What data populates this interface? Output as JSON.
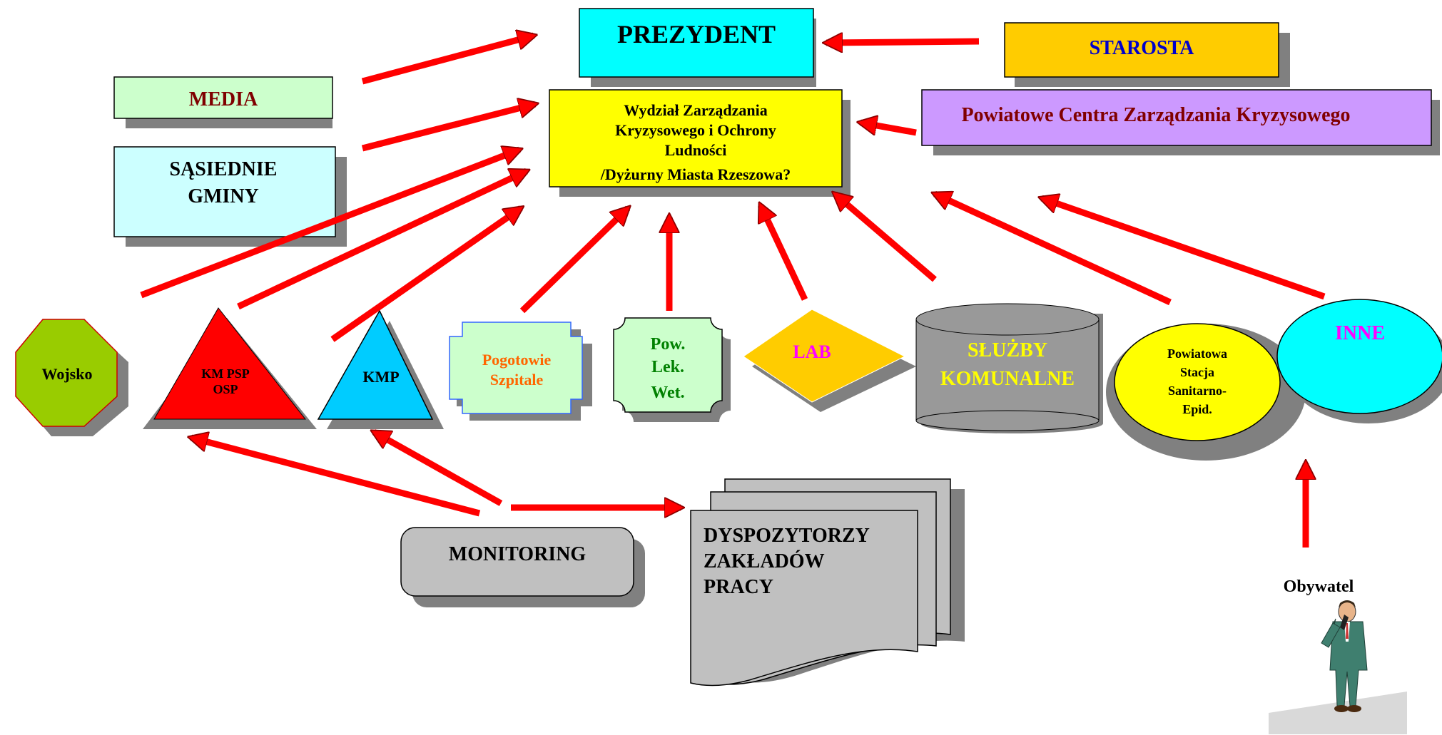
{
  "colors": {
    "arrow": "#ff0000",
    "arrow_outline": "#8b0000",
    "shadow": "#808080"
  },
  "nodes": {
    "prezydent": {
      "label": "PREZYDENT",
      "color": "#00ffff",
      "text_color": "#000000"
    },
    "starosta": {
      "label": "STAROSTA",
      "color": "#ffcc00",
      "text_color": "#0000cc"
    },
    "media": {
      "label": "MEDIA",
      "color": "#ccffcc",
      "text_color": "#7f0000"
    },
    "wydzial": {
      "lines": [
        "Wydział Zarządzania",
        "Kryzysowego i Ochrony",
        "Ludności",
        "/Dyżurny Miasta Rzeszowa?"
      ],
      "color": "#ffff00",
      "text_color": "#000000"
    },
    "pczk": {
      "label": "Powiatowe Centra Zarządzania Kryzysowego",
      "color": "#cc99ff",
      "text_color": "#800000"
    },
    "sasiednie": {
      "lines": [
        "SĄSIEDNIE",
        "GMINY"
      ],
      "color": "#ccffff",
      "text_color": "#000000"
    },
    "wojsko": {
      "label": "Wojsko",
      "color": "#99cc00",
      "text_color": "#000000"
    },
    "kmpsp": {
      "lines": [
        "KM PSP",
        "OSP"
      ],
      "color": "#ff0000",
      "text_color": "#000000"
    },
    "kmp": {
      "label": "KMP",
      "color": "#00ccff",
      "text_color": "#000000"
    },
    "pogotowie": {
      "lines": [
        "Pogotowie",
        "Szpitale"
      ],
      "color": "#ccffcc",
      "text_color": "#ff6600"
    },
    "powlek": {
      "lines": [
        "Pow.",
        "Lek.",
        "Wet."
      ],
      "color": "#ccffcc",
      "text_color": "#008000"
    },
    "lab": {
      "label": "LAB",
      "color": "#ffcc00",
      "text_color": "#ff00ff"
    },
    "sluzby": {
      "lines": [
        "SŁUŻBY",
        "KOMUNALNE"
      ],
      "color": "#999999",
      "text_color": "#ffff00"
    },
    "sanepid": {
      "lines": [
        "Powiatowa",
        "Stacja",
        "Sanitarno-",
        "Epid."
      ],
      "color": "#ffff00",
      "text_color": "#000000"
    },
    "inne": {
      "label": "INNE",
      "color": "#00ffff",
      "text_color": "#ff00ff"
    },
    "monitoring": {
      "label": "MONITORING",
      "color": "#c0c0c0",
      "text_color": "#000000"
    },
    "dyspozytorzy": {
      "lines": [
        "DYSPOZYTORZY",
        "ZAKŁADÓW",
        "PRACY"
      ],
      "color": "#c0c0c0",
      "text_color": "#000000"
    },
    "obywatel": {
      "label": "Obywatel",
      "text_color": "#000000"
    }
  }
}
